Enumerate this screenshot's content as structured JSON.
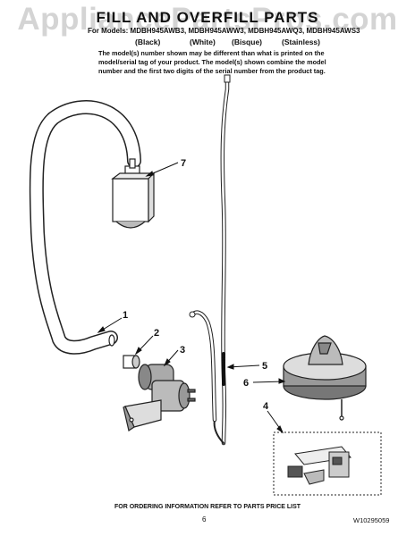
{
  "header": {
    "watermark": "AppliancePartsPros.com",
    "title": "FILL AND OVERFILL PARTS",
    "models_line": "For Models: MDBH945AWB3, MDBH945AWW3, MDBH945AWQ3, MDBH945AWS3",
    "colors": [
      "(Black)",
      "(White)",
      "(Bisque)",
      "(Stainless)"
    ],
    "note": "The model(s) number shown may be different than what is printed on the model/serial tag of your product. The model(s) shown combine the model number and the first two digits of the serial number from the product tag."
  },
  "callouts": [
    "1",
    "2",
    "3",
    "4",
    "5",
    "6",
    "7"
  ],
  "footer": {
    "ordering_note": "FOR ORDERING INFORMATION REFER TO PARTS PRICE LIST",
    "page_number": "6",
    "doc_number": "W10295059"
  }
}
